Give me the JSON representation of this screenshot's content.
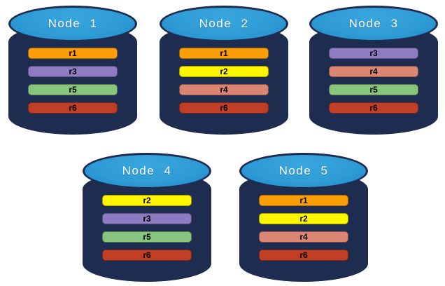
{
  "diagram": {
    "description": "Five database nodes with replica placement",
    "replica_colors": {
      "r1": "#fa9e07",
      "r2": "#fff600",
      "r3": "#8e7cc3",
      "r4": "#db8573",
      "r5": "#87c47e",
      "r6": "#c13e27"
    },
    "cylinder_body_color": "#1e2c50",
    "cylinder_top_color": "#2e9bd6",
    "nodes": [
      {
        "label": "Node 1",
        "replicas": [
          "r1",
          "r3",
          "r5",
          "r6"
        ]
      },
      {
        "label": "Node 2",
        "replicas": [
          "r1",
          "r2",
          "r4",
          "r6"
        ]
      },
      {
        "label": "Node 3",
        "replicas": [
          "r3",
          "r4",
          "r5",
          "r6"
        ]
      },
      {
        "label": "Node 4",
        "replicas": [
          "r2",
          "r3",
          "r5",
          "r6"
        ]
      },
      {
        "label": "Node 5",
        "replicas": [
          "r1",
          "r2",
          "r4",
          "r6"
        ]
      }
    ]
  }
}
